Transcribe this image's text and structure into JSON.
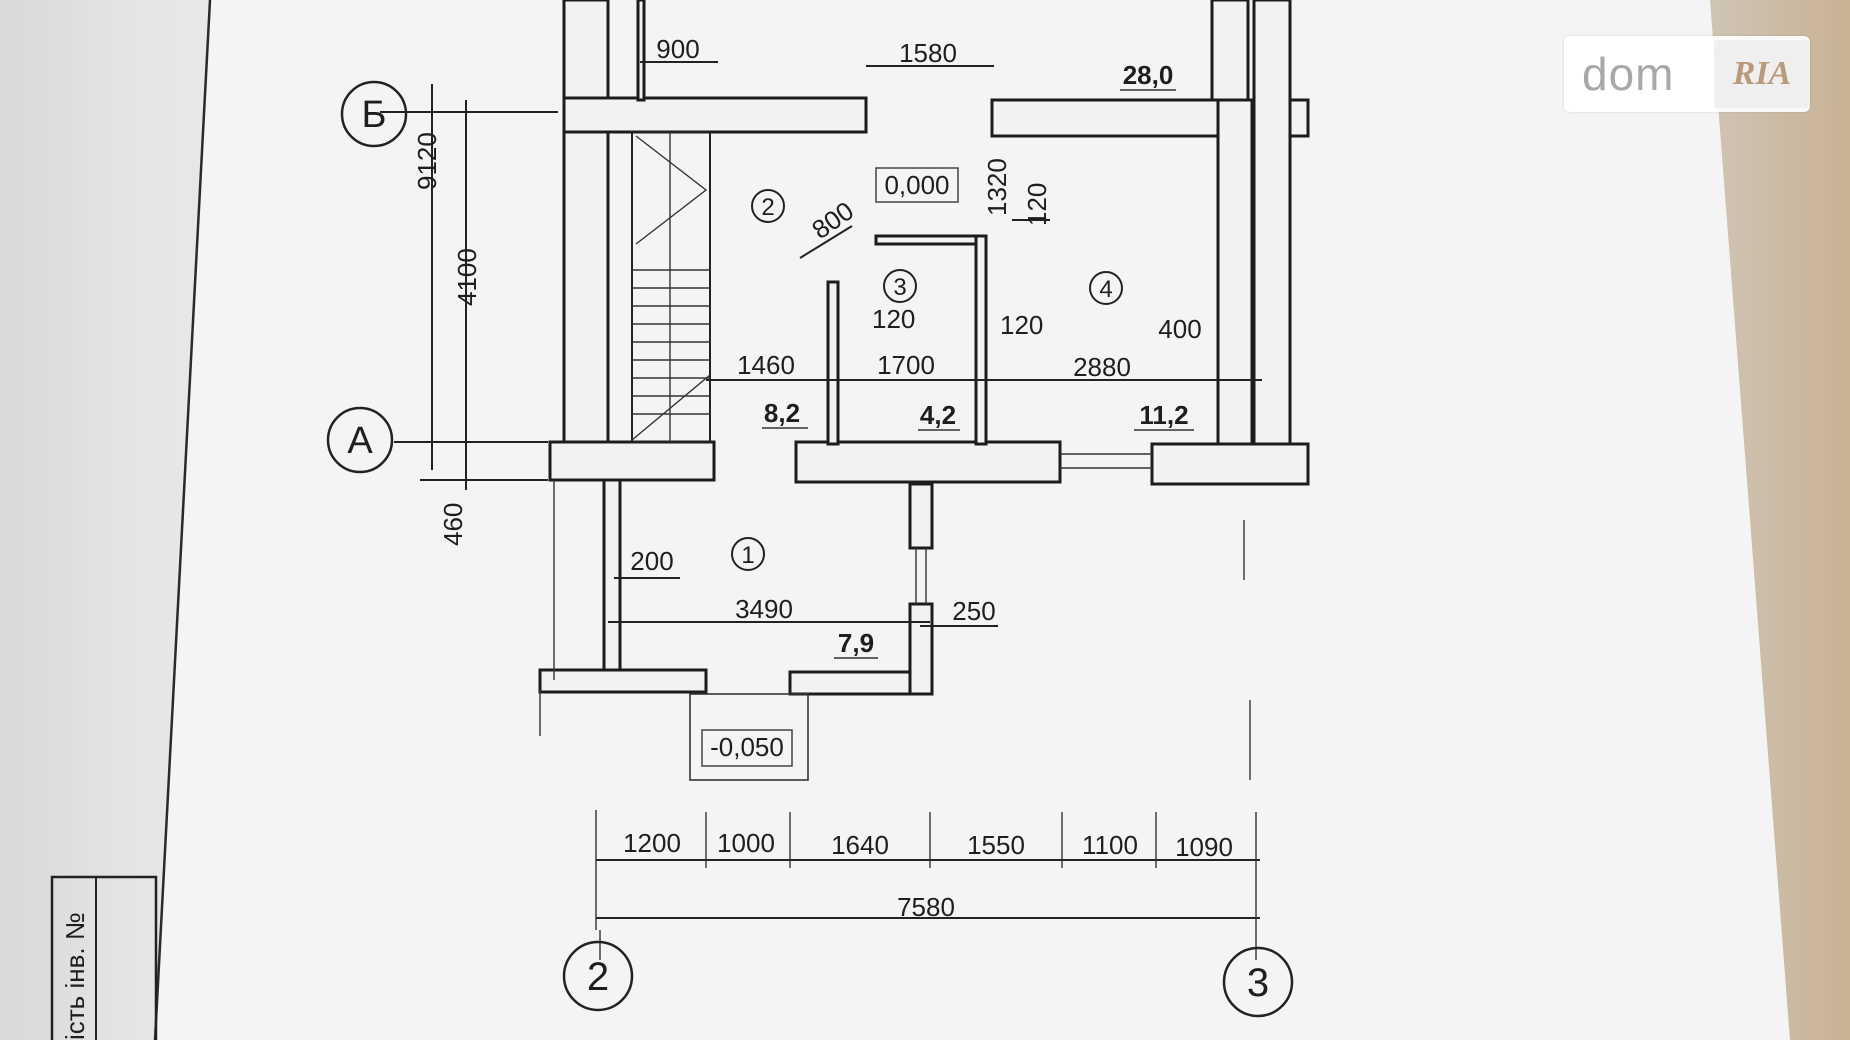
{
  "axes": {
    "row_b": "Б",
    "row_a": "А",
    "col_2": "2",
    "col_3": "3"
  },
  "rooms": {
    "r1": "1",
    "r2": "2",
    "r3": "3",
    "r4": "4"
  },
  "areas": {
    "a1": "7,9",
    "a2": "8,2",
    "a3": "4,2",
    "a4": "11,2",
    "a_top": "28,0"
  },
  "levels": {
    "floor": "0,000",
    "entrance": "-0,050"
  },
  "dims": {
    "d900": "900",
    "d1580": "1580",
    "d9120": "9120",
    "d4100": "4100",
    "d460": "460",
    "d800": "800",
    "d1320": "1320",
    "d120a": "120",
    "d120b": "120",
    "d120c": "120",
    "d1460": "1460",
    "d1700": "1700",
    "d2880": "2880",
    "d400": "400",
    "d200": "200",
    "d3490": "3490",
    "d250": "250",
    "b1200": "1200",
    "b1000": "1000",
    "b1640": "1640",
    "b1550": "1550",
    "b1100": "1100",
    "b1090": "1090",
    "total": "7580"
  },
  "stamp": {
    "text": "ість інв. №"
  },
  "watermark": {
    "dom": "dom",
    "ria": "RIA"
  }
}
